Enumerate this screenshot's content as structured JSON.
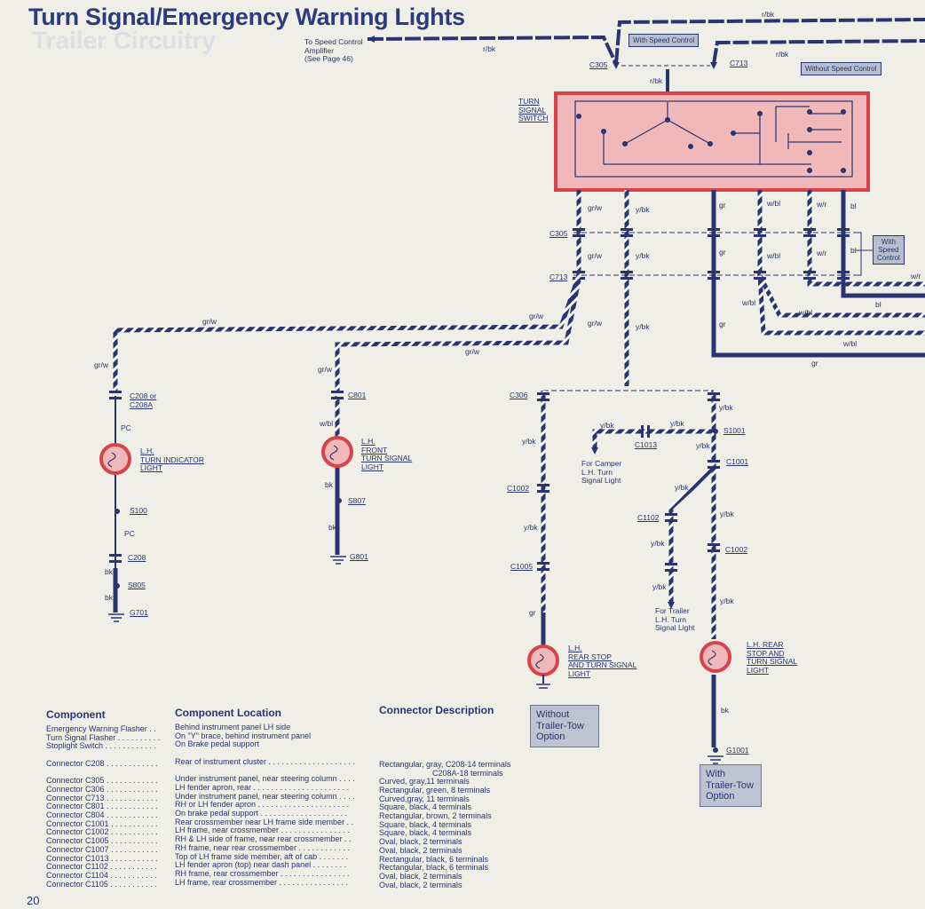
{
  "header": {
    "title": "Turn Signal/Emergency Warning Lights",
    "ghost_title": "Trailer Circuitry",
    "page_number": "20"
  },
  "notes": {
    "speed_control": [
      "To Speed Control",
      "Amplifier",
      "(See Page 46)"
    ],
    "with_speed_control": "With Speed Control",
    "without_speed_control": "Without Speed Control",
    "with_speed_control_right": [
      "With",
      "Speed",
      "Control"
    ],
    "turn_signal_switch": [
      "TURN",
      "SIGNAL",
      "SWITCH"
    ],
    "camper": [
      "For Camper",
      "L.H. Turn",
      "Signal Light"
    ],
    "trailer": [
      "For Trailer",
      "L.H. Turn",
      "Signal Light"
    ],
    "without_trailer_tow": [
      "Without",
      "Trailer-Tow",
      "Option"
    ],
    "with_trailer_tow": [
      "With",
      "Trailer-Tow",
      "Option"
    ]
  },
  "connectors": {
    "c305_top": "C305",
    "c713_top": "C713",
    "c305": "C305",
    "c713": "C713",
    "c208_or": [
      "C208 or",
      "C208A"
    ],
    "c801": "C801",
    "c306": "C306",
    "c1013": "C1013",
    "s1001": "S1001",
    "c1001": "C1001",
    "c1002_left": "C1002",
    "c1005": "C1005",
    "c1102": "C1102",
    "c1002_right": "C1002",
    "s100": "S100",
    "c208": "C208",
    "s805": "S805",
    "g701": "G701",
    "s807": "S807",
    "g801": "G801",
    "g1001": "G1001"
  },
  "components": {
    "lh_turn_indicator": [
      "L.H.",
      "TURN INDICATOR",
      "LIGHT"
    ],
    "lh_front_turn": [
      "L.H.",
      "FRONT",
      "TURN SIGNAL",
      "LIGHT"
    ],
    "lh_rear_stop": [
      "L.H.",
      "REAR STOP",
      "AND TURN SIGNAL",
      "LIGHT"
    ],
    "lh_rear_stop_right": [
      "L.H. REAR",
      "STOP AND",
      "TURN SIGNAL",
      "LIGHT"
    ]
  },
  "wires": {
    "rbk_top_right": "r/bk",
    "rbk_mid": "r/bk",
    "rbk_right": "r/bk",
    "rbk_switch": "r/bk",
    "grw_1": "gr/w",
    "ybk_1": "y/bk",
    "gr_1": "gr",
    "wbl_1": "w/bl",
    "wr_1": "w/r",
    "bl_1": "bl",
    "grw_2": "gr/w",
    "ybk_2": "y/bk",
    "gr_2": "gr",
    "wbl_2": "w/bl",
    "wr_2": "w/r",
    "bl_2": "bl",
    "wr_far": "w/r",
    "bl_far": "bl",
    "wbl_far1": "w/bl",
    "wbl_far2": "w/bl",
    "wbl_far3": "w/bl",
    "grw_3": "gr/w",
    "ybk_3": "y/bk",
    "gr_3": "gr",
    "gr_bottom": "gr",
    "grw_left_top": "gr/w",
    "grw_left_side": "gr/w",
    "grw_mid_top": "gr/w",
    "grw_mid_side": "gr/w",
    "grw_center": "gr/w",
    "pc_1": "PC",
    "pc_2": "PC",
    "bk_1": "bk",
    "bk_2": "bk",
    "wbl_front": "w/bl",
    "bk_front1": "bk",
    "bk_front2": "bk",
    "ybk_c306": "y/bk",
    "ybk_c1002": "y/bk",
    "gr_rear": "gr",
    "ybk_camper1": "y/bk",
    "ybk_camper2": "y/bk",
    "ybk_r1": "y/bk",
    "ybk_r2": "y/bk",
    "ybk_r3": "y/bk",
    "ybk_r4": "y/bk",
    "ybk_r5": "y/bk",
    "ybk_r6": "y/bk",
    "ybk_r7": "y/bk",
    "bk_rear_right": "bk"
  },
  "table": {
    "headers": {
      "component": "Component",
      "location": "Component Location",
      "connector": "Connector Description"
    },
    "component_col": "Emergency Warning Flasher . .\nTurn Signal Flasher . . . . . . . . . .\nStoplight Switch . . . . . . . . . . . .\n\nConnector C208 . . . . . . . . . . . .\n\nConnector C305 . . . . . . . . . . . .\nConnector C306 . . . . . . . . . . . .\nConnector C713 . . . . . . . . . . . .\nConnector C801 . . . . . . . . . . . .\nConnector C804 . . . . . . . . . . . .\nConnector C1001 . . . . . . . . . . .\nConnector C1002 . . . . . . . . . . .\nConnector C1005 . . . . . . . . . . .\nConnector C1007 . . . . . . . . . . .\nConnector C1013 . . . . . . . . . . .\nConnector C1102 . . . . . . . . . . .\nConnector C1104 . . . . . . . . . . .\nConnector C1105 . . . . . . . . . . .",
    "location_col": "Behind instrument panel LH side\nOn \"Y\" brace, behind instrument panel\nOn Brake pedal support\n\nRear of instrument cluster . . . . . . . . . . . . . . . . . . . .\n\nUnder instrument panel, near steering column . . . .\nLH fender apron, rear . . . . . . . . . . . . . . . . . . . . . .\nUnder instrument panel, near steering column . . . .\nRH or LH fender apron . . . . . . . . . . . . . . . . . . . . .\nOn brake pedal support . . . . . . . . . . . . . . . . . . . .\nRear crossmember near LH frame side member . .\nLH frame, near crossmember . . . . . . . . . . . . . . . .\nRH & LH side of frame, near rear crossmember . .\nRH frame, near rear crossmember . . . . . . . . . . . .\nTop of LH frame side member, aft of cab . . . . . . .\nLH fender apron (top) near dash panel . . . . . . . .\nRH frame, rear crossmember . . . . . . . . . . . . . . . .\nLH frame, rear crossmember . . . . . . . . . . . . . . . .",
    "connector_col": "\n\n\n\nRectangular, gray, C208-14 terminals\n                        C208A-18 terminals\nCurved, gray,11 terminals\nRectangular, green, 8 terminals\nCurved,gray, 11 terminals\nSquare, black, 4 terminals\nRectangular, brown, 2 terminals\nSquare, black, 4 terminals\nSquare, black, 4 terminals\nOval, black, 2 terminals\nOval, black, 2 terminals\nRectangular, black, 6 terminals\nRectangular, black, 6 terminals\nOval, black, 2 terminals\nOval, black, 2 terminals"
  },
  "colors": {
    "wire": "#2a3470",
    "switch_fill": "#f1b8ba",
    "switch_border": "#d8424a",
    "bulb": "#d8424a"
  }
}
